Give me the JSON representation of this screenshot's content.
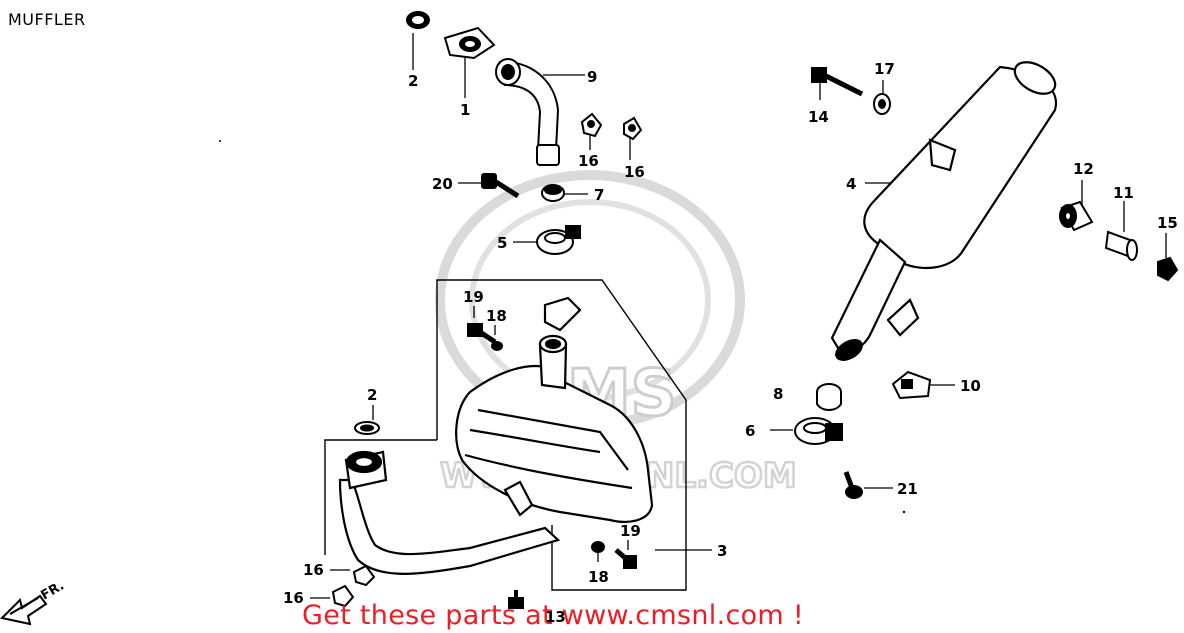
{
  "title": "MUFFLER",
  "watermark": {
    "brand": "CMS",
    "url": "WWW.CMSNL.COM"
  },
  "promo_text": "Get these parts at www.cmsnl.com !",
  "front_label": "FR.",
  "callouts": {
    "c1": "1",
    "c2a": "2",
    "c2b": "2",
    "c3": "3",
    "c4": "4",
    "c5": "5",
    "c6": "6",
    "c7": "7",
    "c8": "8",
    "c9": "9",
    "c10": "10",
    "c11": "11",
    "c12": "12",
    "c13": "13",
    "c14": "14",
    "c15": "15",
    "c16a": "16",
    "c16b": "16",
    "c16c": "16",
    "c16d": "16",
    "c17": "17",
    "c18a": "18",
    "c18b": "18",
    "c19a": "19",
    "c19b": "19",
    "c20": "20",
    "c21": "21"
  },
  "colors": {
    "promo": "#ee1c25",
    "ink": "#000000",
    "watermark": "#c9c9c9"
  }
}
